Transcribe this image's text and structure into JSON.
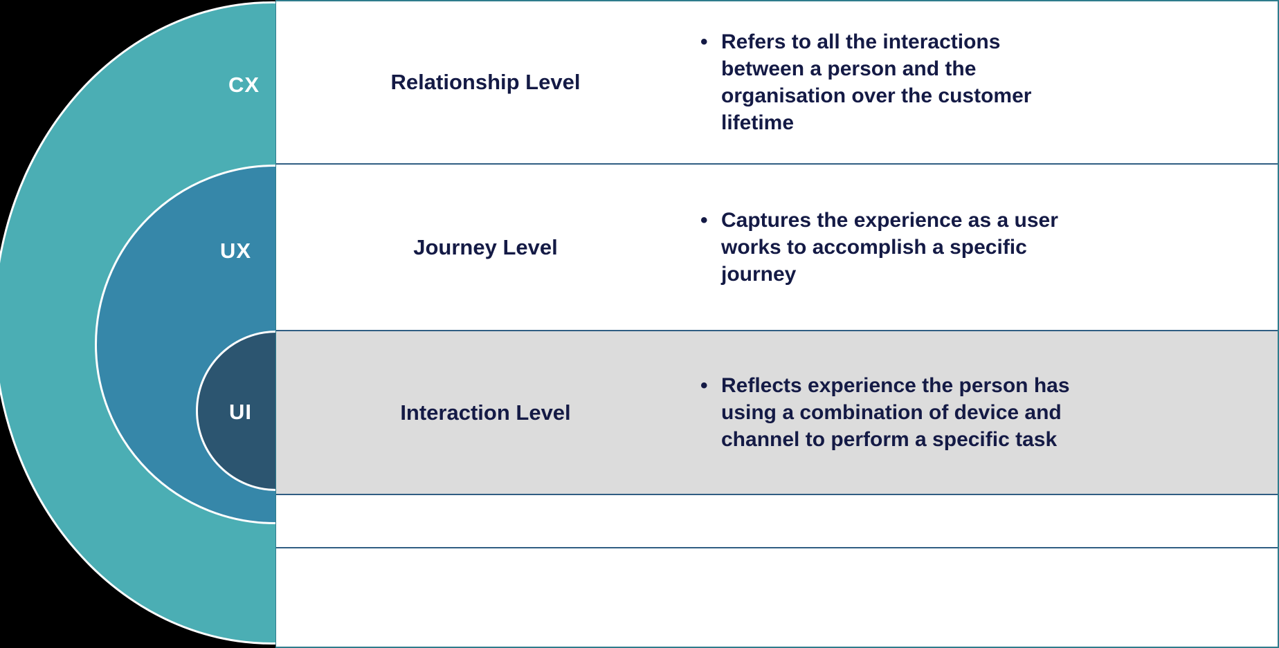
{
  "diagram": {
    "title": "CX / UX / UI nested levels",
    "colors": {
      "cx_ring": "#4BAEB4",
      "ux_ring": "#3687A9",
      "ui_ring": "#2C5570",
      "ring_outline": "#FFFFFF",
      "text_navy": "#141A45",
      "row_border": "#2F5D82",
      "table_border": "#2E7C8C",
      "shaded_row_bg": "#DCDCDC",
      "background": "#000000"
    },
    "rings": [
      {
        "label": "CX",
        "color": "#4BAEB4"
      },
      {
        "label": "UX",
        "color": "#3687A9"
      },
      {
        "label": "UI",
        "color": "#2C5570"
      }
    ],
    "rows": [
      {
        "ring_label": "CX",
        "level": "Relationship Level",
        "bullet": "Refers to all the interactions between a person and the organisation over the customer lifetime",
        "bullet_marker": "•",
        "shaded": false
      },
      {
        "ring_label": "UX",
        "level": "Journey Level",
        "bullet": "Captures the experience as a user works to accomplish a specific journey",
        "bullet_marker": "•",
        "shaded": false
      },
      {
        "ring_label": "UI",
        "level": "Interaction Level",
        "bullet": "Reflects experience the person has using a combination of device and channel to perform a specific task",
        "bullet_marker": "•",
        "shaded": true
      },
      {
        "ring_label": "",
        "level": "",
        "bullet": "",
        "bullet_marker": "",
        "shaded": false
      },
      {
        "ring_label": "",
        "level": "",
        "bullet": "",
        "bullet_marker": "",
        "shaded": false
      }
    ]
  }
}
